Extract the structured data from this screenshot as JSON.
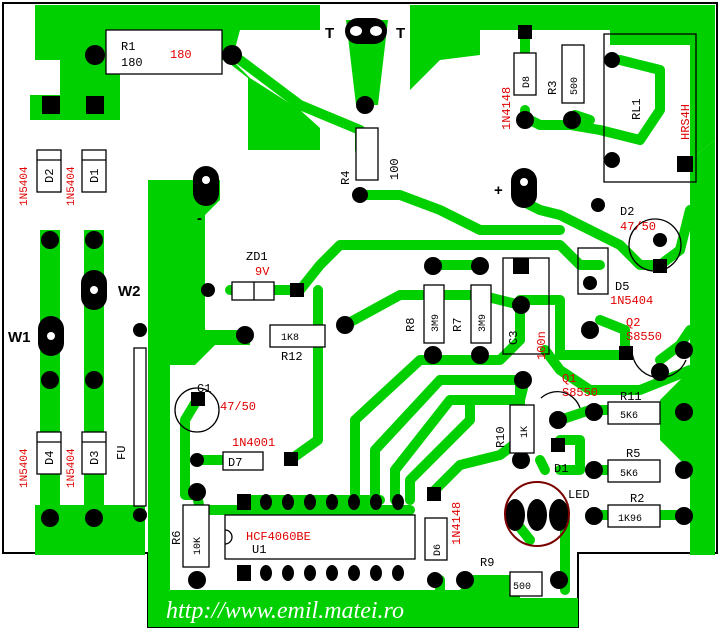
{
  "board": {
    "url": "http://www.emil.matei.ro"
  },
  "labels": {
    "r1": "R1",
    "r1_value": "180",
    "r1_value_red": "180",
    "t": "T",
    "d1": "D1",
    "d2": "D2",
    "d3": "D3",
    "d4": "D4",
    "n5404": "1N5404",
    "fu": "FU",
    "w1": "W1",
    "w2": "W2",
    "minus": "-",
    "plus": "+",
    "zd1": "ZD1",
    "zd1_value": "9V",
    "r12": "R12",
    "r12_value": "1K8",
    "r4": "R4",
    "r4_value": "100",
    "c1": "C1",
    "c1_value": "47/50",
    "n4001": "1N4001",
    "d7": "D7",
    "r8": "R8",
    "r8_value": "3M9",
    "r7": "R7",
    "r7_value": "3M9",
    "c3": "C3",
    "c3_value": "100n",
    "n4148": "1N4148",
    "d8": "D8",
    "r3": "R3",
    "r3_value": "500",
    "rl1": "RL1",
    "relay_model": "HRS4H",
    "d2_cap": "D2",
    "d2_cap_value": "47/50",
    "d5": "D5",
    "d5_value": "1N5404",
    "q2": "Q2",
    "q2_value": "S8550",
    "q1": "Q1",
    "q1_value": "S8550",
    "r10": "R10",
    "r10_value": "1K",
    "r11": "R11",
    "r11_value": "5K6",
    "r5": "R5",
    "r5_value": "5K6",
    "led": "LED",
    "r2": "R2",
    "r2_value": "1K96",
    "r9": "R9",
    "r9_value": "500",
    "d6": "D6",
    "ic_model": "HCF4060BE",
    "u1": "U1",
    "r6": "R6",
    "r6_value": "10K"
  },
  "colors": {
    "copper": "#00d000",
    "silkscreen_red": "#e00000",
    "pad": "#000000"
  }
}
